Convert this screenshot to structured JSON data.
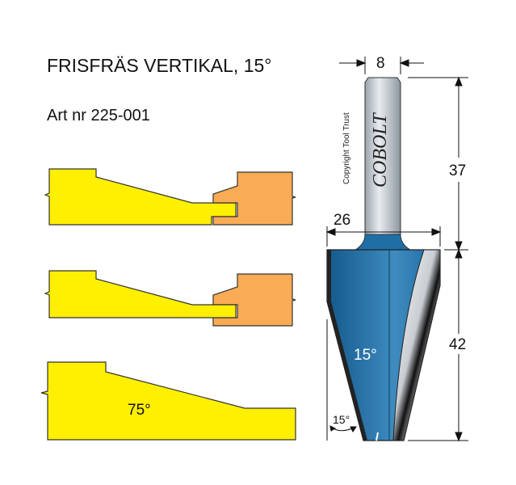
{
  "title": "FRISFRÄS VERTIKAL, 15°",
  "article": "Art nr 225-001",
  "profile_angle_label": "75°",
  "cutter": {
    "brand": "COBOLT",
    "copyright": "Copyright Tool Trust",
    "body_angle_label": "15°",
    "tip_angle_label": "15°"
  },
  "dimensions": {
    "shank_diameter": "8",
    "shank_length": "37",
    "cutting_diameter": "26",
    "cutting_height": "42"
  },
  "colors": {
    "wood_yellow": "#ffef00",
    "wood_orange": "#f9ac55",
    "cutter_blue": "#1f6fa6"
  }
}
